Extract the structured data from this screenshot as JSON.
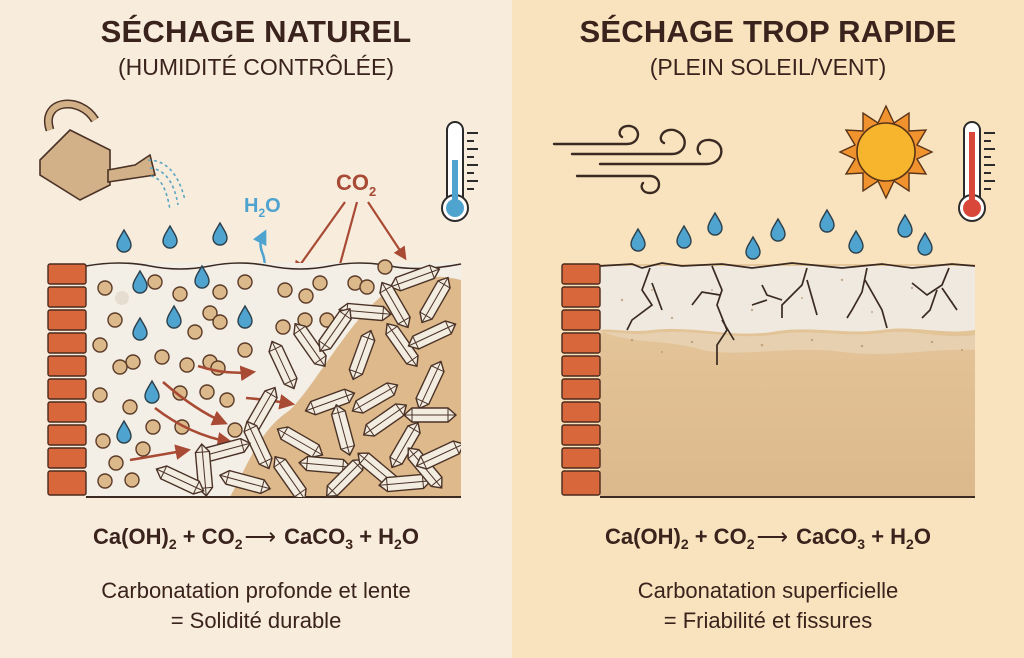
{
  "left": {
    "title": "SÉCHAGE NATUREL",
    "subtitle": "(HUMIDITÉ CONTRÔLÉE)",
    "labels": {
      "h2o": "H",
      "h2o_sub": "2",
      "h2o_tail": "O",
      "co2": "CO",
      "co2_sub": "2"
    },
    "icons": [
      "watering-can-icon",
      "thermometer-cool-icon",
      "water-drop-icon",
      "co2-arrow-icon",
      "h2o-evaporation-icon",
      "brick-wall-icon",
      "calcite-crystal-icon"
    ],
    "equation": {
      "a": "Ca(OH)",
      "a_sub": "2",
      "plus1": " + CO",
      "b_sub": "2",
      "arrow": "⟶",
      "c": " CaCO",
      "c_sub": "3",
      "plus2": " + H",
      "d_sub": "2",
      "d_tail": "O"
    },
    "caption_line1": "Carbonatation profonde et lente",
    "caption_line2": "= Solidité durable",
    "colors": {
      "background": "#f8ecdd",
      "thermometer_fill": "#4fa3cf",
      "co2_arrow": "#a84a34"
    }
  },
  "right": {
    "title": "SÉCHAGE TROP RAPIDE",
    "subtitle": "(PLEIN SOLEIL/VENT)",
    "icons": [
      "wind-icon",
      "sun-icon",
      "thermometer-hot-icon",
      "water-drop-icon",
      "brick-wall-icon",
      "crack-icon"
    ],
    "equation": {
      "a": "Ca(OH)",
      "a_sub": "2",
      "plus1": " + CO",
      "b_sub": "2",
      "arrow": "⟶",
      "c": " CaCO",
      "c_sub": "3",
      "plus2": " + H",
      "d_sub": "2",
      "d_tail": "O"
    },
    "caption_line1": "Carbonatation superficielle",
    "caption_line2": "= Friabilité et fissures",
    "colors": {
      "background": "#f9e3bf",
      "thermometer_fill": "#d9473a",
      "sun": "#f6b52c"
    }
  },
  "colors": {
    "brick": "#d8683c",
    "mortar_light": "#f4efe6",
    "mortar_sand": "#ddb98c",
    "text": "#3a231c",
    "drop": "#4fa3cf"
  }
}
